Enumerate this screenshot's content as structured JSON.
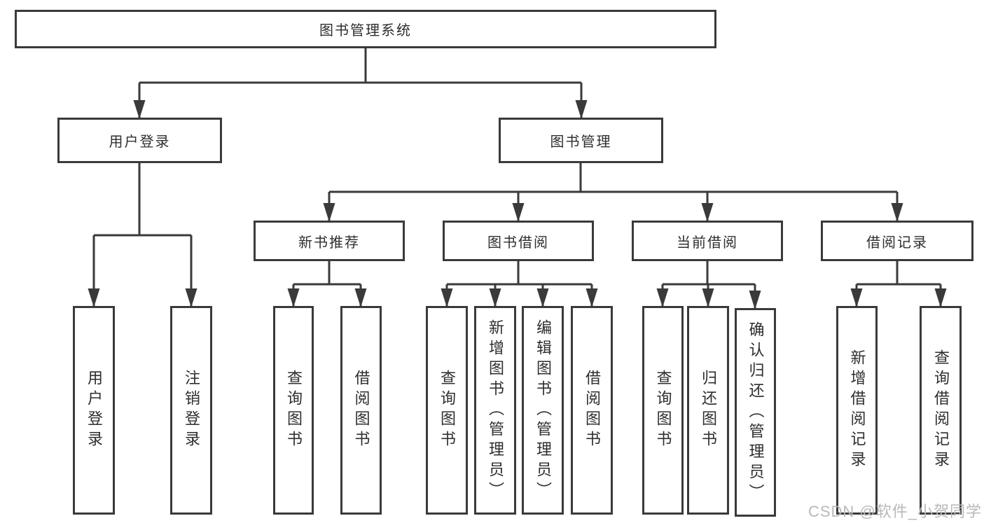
{
  "tree": {
    "label": "图书管理系统",
    "children": [
      {
        "label": "用户登录",
        "children": [
          {
            "label": "用户登录"
          },
          {
            "label": "注销登录"
          }
        ]
      },
      {
        "label": "图书管理",
        "children": [
          {
            "label": "新书推荐",
            "children": [
              {
                "label": "查询图书"
              },
              {
                "label": "借阅图书"
              }
            ]
          },
          {
            "label": "图书借阅",
            "children": [
              {
                "label": "查询图书"
              },
              {
                "label": "新增图书（管理员）"
              },
              {
                "label": "编辑图书（管理员）"
              },
              {
                "label": "借阅图书"
              }
            ]
          },
          {
            "label": "当前借阅",
            "children": [
              {
                "label": "查询图书"
              },
              {
                "label": "归还图书"
              },
              {
                "label": "确认归还（管理员）"
              }
            ]
          },
          {
            "label": "借阅记录",
            "children": [
              {
                "label": "新增借阅记录"
              },
              {
                "label": "查询借阅记录"
              }
            ]
          }
        ]
      }
    ]
  },
  "watermark": "CSDN @软件_小贺同学",
  "colors": {
    "line": "#3a3a3a",
    "box_border": "#3a3a3a",
    "text": "#2e2e2e",
    "watermark": "#b9b9b9",
    "background": "#ffffff"
  }
}
